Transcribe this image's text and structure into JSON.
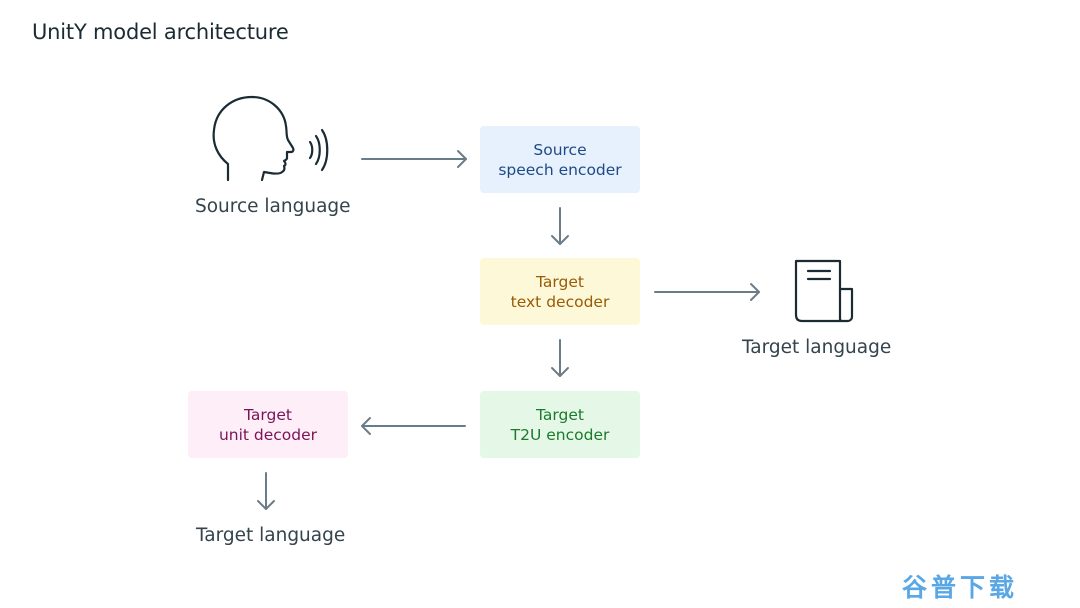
{
  "title": "UnitY model architecture",
  "source_label": "Source language",
  "boxes": {
    "source_speech_encoder": {
      "line1": "Source",
      "line2": "speech encoder",
      "bg": "#e7f1fd",
      "fg": "#1d4a86"
    },
    "target_text_decoder": {
      "line1": "Target",
      "line2": "text decoder",
      "bg": "#fdf9d8",
      "fg": "#9a5a06"
    },
    "target_t2u_encoder": {
      "line1": "Target",
      "line2": "T2U encoder",
      "bg": "#e5f8e8",
      "fg": "#1c7a2c"
    },
    "target_unit_decoder": {
      "line1": "Target",
      "line2": "unit decoder",
      "bg": "#fdeef8",
      "fg": "#7a1457"
    }
  },
  "text_output_label": "Target language",
  "speech_output_label": "Target language",
  "arrow_color": "#6b7c89",
  "icons": {
    "speaker": "head-speaking-icon",
    "document": "document-scroll-icon"
  },
  "watermark": "谷普下载"
}
